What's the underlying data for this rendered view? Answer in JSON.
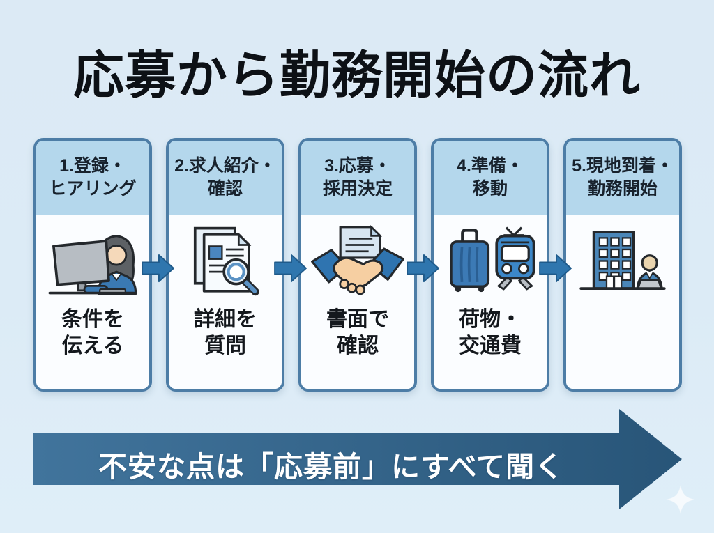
{
  "title": "応募から勤務開始の流れ",
  "steps": [
    {
      "header_line1": "1.登録・",
      "header_line2": "ヒアリング",
      "caption_line1": "条件を",
      "caption_line2": "伝える",
      "icon": "woman-at-computer-icon"
    },
    {
      "header_line1": "2.求人紹介・",
      "header_line2": "確認",
      "caption_line1": "詳細を",
      "caption_line2": "質問",
      "icon": "documents-magnifier-icon"
    },
    {
      "header_line1": "3.応募・",
      "header_line2": "採用決定",
      "caption_line1": "書面で",
      "caption_line2": "確認",
      "icon": "handshake-document-icon"
    },
    {
      "header_line1": "4.準備・",
      "header_line2": "移動",
      "caption_line1": "荷物・",
      "caption_line2": "交通費",
      "icon": "suitcase-train-icon"
    },
    {
      "header_line1": "5.現地到着・",
      "header_line2": "勤務開始",
      "caption_line1": "",
      "caption_line2": "",
      "icon": "office-building-worker-icon"
    }
  ],
  "banner": {
    "text": "不安な点は「応募前」にすべて聞く"
  },
  "colors": {
    "background": "#dcebf6",
    "card_border": "#4d7da6",
    "card_header_bg": "#b4d7ec",
    "card_body_bg": "#fbfdff",
    "step_arrow": "#2f76ae",
    "banner_gradient_start": "#41749c",
    "banner_gradient_end": "#285578",
    "banner_text": "#ffffff",
    "title_text": "#0d1116"
  }
}
